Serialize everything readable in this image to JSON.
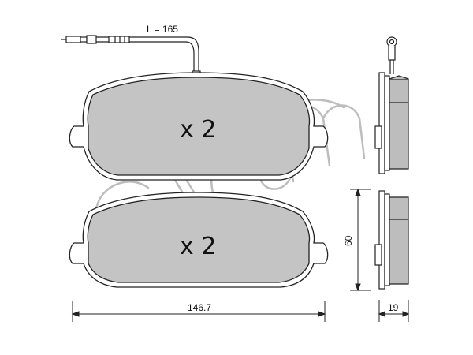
{
  "wire": {
    "length_label": "L = 165"
  },
  "pads": [
    {
      "quantity_label": "x 2"
    },
    {
      "quantity_label": "x 2"
    }
  ],
  "dimensions": {
    "width_label": "146.7",
    "height_label": "60",
    "thickness_label": "19"
  },
  "watermark": {
    "text": "cifam"
  },
  "colors": {
    "pad_fill": "#c4c4c4",
    "side_fill": "#bdbdbd",
    "line": "#222222",
    "watermark_stroke": "#bdbdbd"
  }
}
